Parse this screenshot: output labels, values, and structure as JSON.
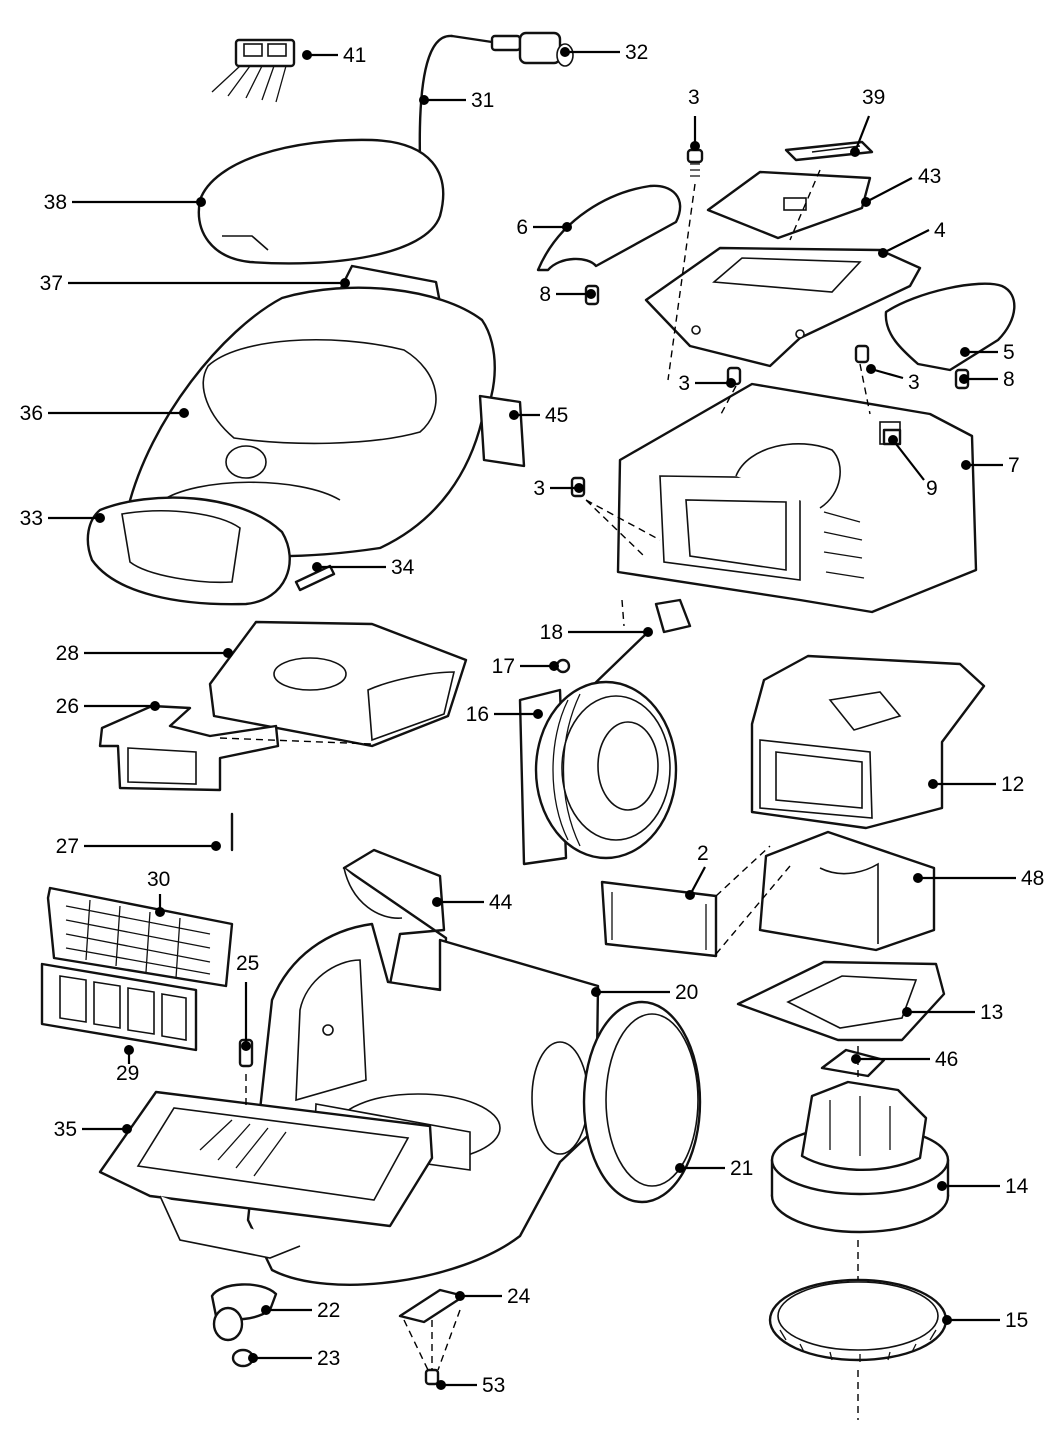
{
  "callouts": [
    {
      "id": "c41",
      "label": "41"
    },
    {
      "id": "c32",
      "label": "32"
    },
    {
      "id": "c31",
      "label": "31"
    },
    {
      "id": "c3a",
      "label": "3"
    },
    {
      "id": "c39",
      "label": "39"
    },
    {
      "id": "c43",
      "label": "43"
    },
    {
      "id": "c38",
      "label": "38"
    },
    {
      "id": "c6",
      "label": "6"
    },
    {
      "id": "c4",
      "label": "4"
    },
    {
      "id": "c37",
      "label": "37"
    },
    {
      "id": "c8a",
      "label": "8"
    },
    {
      "id": "c5",
      "label": "5"
    },
    {
      "id": "c3b",
      "label": "3"
    },
    {
      "id": "c3c",
      "label": "3"
    },
    {
      "id": "c8b",
      "label": "8"
    },
    {
      "id": "c36",
      "label": "36"
    },
    {
      "id": "c45",
      "label": "45"
    },
    {
      "id": "c7",
      "label": "7"
    },
    {
      "id": "c9",
      "label": "9"
    },
    {
      "id": "c3d",
      "label": "3"
    },
    {
      "id": "c33",
      "label": "33"
    },
    {
      "id": "c34",
      "label": "34"
    },
    {
      "id": "c28",
      "label": "28"
    },
    {
      "id": "c18",
      "label": "18"
    },
    {
      "id": "c17",
      "label": "17"
    },
    {
      "id": "c26",
      "label": "26"
    },
    {
      "id": "c16",
      "label": "16"
    },
    {
      "id": "c12",
      "label": "12"
    },
    {
      "id": "c27",
      "label": "27"
    },
    {
      "id": "c2",
      "label": "2"
    },
    {
      "id": "c30",
      "label": "30"
    },
    {
      "id": "c44",
      "label": "44"
    },
    {
      "id": "c48",
      "label": "48"
    },
    {
      "id": "c25",
      "label": "25"
    },
    {
      "id": "c20",
      "label": "20"
    },
    {
      "id": "c13",
      "label": "13"
    },
    {
      "id": "c29",
      "label": "29"
    },
    {
      "id": "c46",
      "label": "46"
    },
    {
      "id": "c35",
      "label": "35"
    },
    {
      "id": "c21",
      "label": "21"
    },
    {
      "id": "c14",
      "label": "14"
    },
    {
      "id": "c22",
      "label": "22"
    },
    {
      "id": "c24",
      "label": "24"
    },
    {
      "id": "c15",
      "label": "15"
    },
    {
      "id": "c23",
      "label": "23"
    },
    {
      "id": "c53",
      "label": "53"
    }
  ]
}
